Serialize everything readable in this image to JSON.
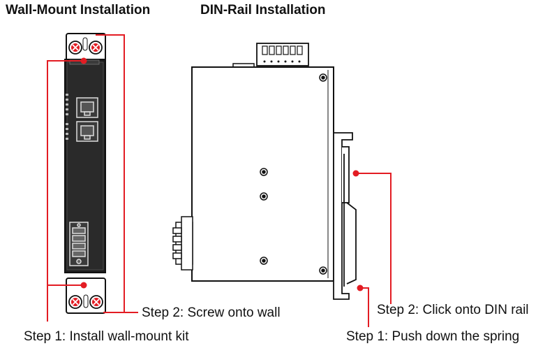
{
  "titles": {
    "wall_mount": "Wall-Mount Installation",
    "din_rail": "DIN-Rail Installation"
  },
  "captions": {
    "wall_step2": "Step 2: Screw onto wall",
    "wall_step1": "Step 1: Install wall-mount kit",
    "din_step2": "Step 2: Click onto DIN rail",
    "din_step1": "Step 1: Push down the spring"
  },
  "colors": {
    "leader": "#e31c23",
    "outline": "#111111",
    "body_fill": "#ffffff",
    "face_fill": "#1e1e1e"
  }
}
